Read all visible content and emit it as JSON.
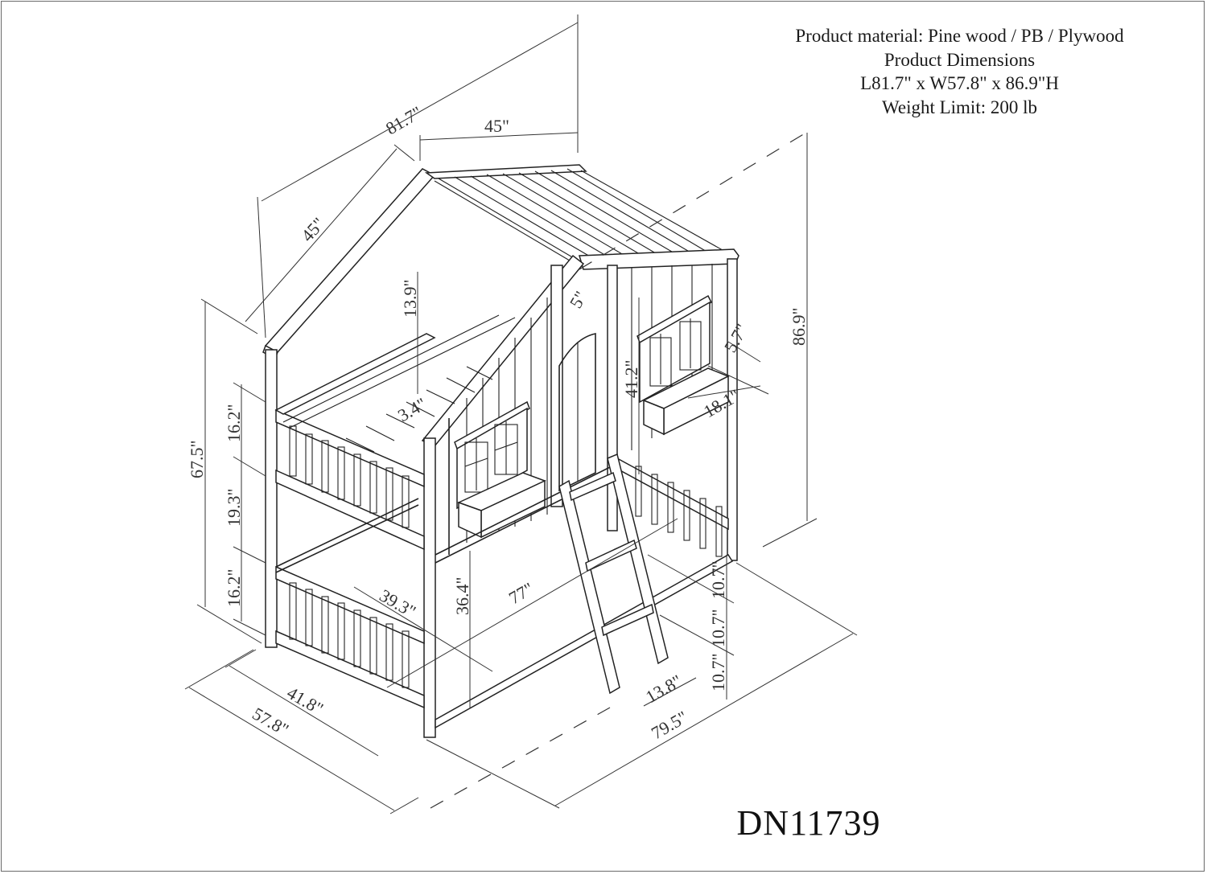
{
  "product_info": {
    "material": "Product material: Pine wood / PB / Plywood",
    "dimensions_title": "Product Dimensions",
    "dimensions": "L81.7\" x W57.8\" x 86.9\"H",
    "weight_limit": "Weight Limit: 200 lb"
  },
  "model_number": "DN11739",
  "dimension_labels": {
    "overall_length": "81.7\"",
    "roof_top_length": "45\"",
    "roof_slope": "45\"",
    "overall_height": "86.9\"",
    "side_post_height": "67.5\"",
    "upper_rail_height": "16.2\"",
    "upper_bunk_clearance": "19.3\"",
    "lower_rail_height": "16.2\"",
    "upper_guard_clearance": "13.9\"",
    "small_top_gap": "5\"",
    "slat_spacing": "3.4\"",
    "wall_height": "41.2\"",
    "window_depth": "5.7\"",
    "flower_box_width": "18.1\"",
    "lower_bunk_clearance": "36.4\"",
    "inner_width": "39.3\"",
    "inner_length": "77\"",
    "ladder_step_1": "10.7\"",
    "ladder_step_2": "10.7\"",
    "ladder_step_3": "10.7\"",
    "ladder_width": "13.8\"",
    "rail_length": "41.8\"",
    "overall_width": "57.8\"",
    "base_length": "79.5\""
  },
  "colors": {
    "line": "#222222",
    "background": "#ffffff",
    "border": "#6a6a6a"
  }
}
